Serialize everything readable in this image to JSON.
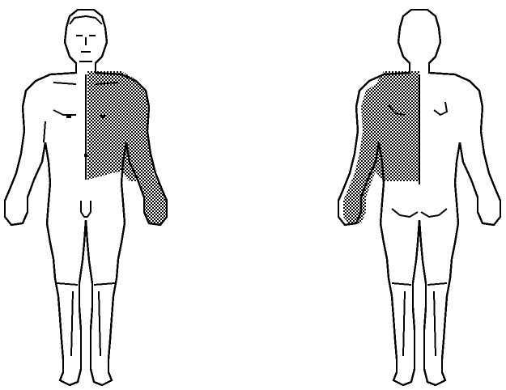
{
  "colors": {
    "background": "#ffffff",
    "outline": "#000000",
    "shading": "#000000"
  },
  "figures": [
    {
      "view": "anterior",
      "shaded_region": "left-upper-trunk-and-left-arm"
    },
    {
      "view": "posterior",
      "shaded_region": "left-upper-trunk-and-left-arm"
    }
  ]
}
